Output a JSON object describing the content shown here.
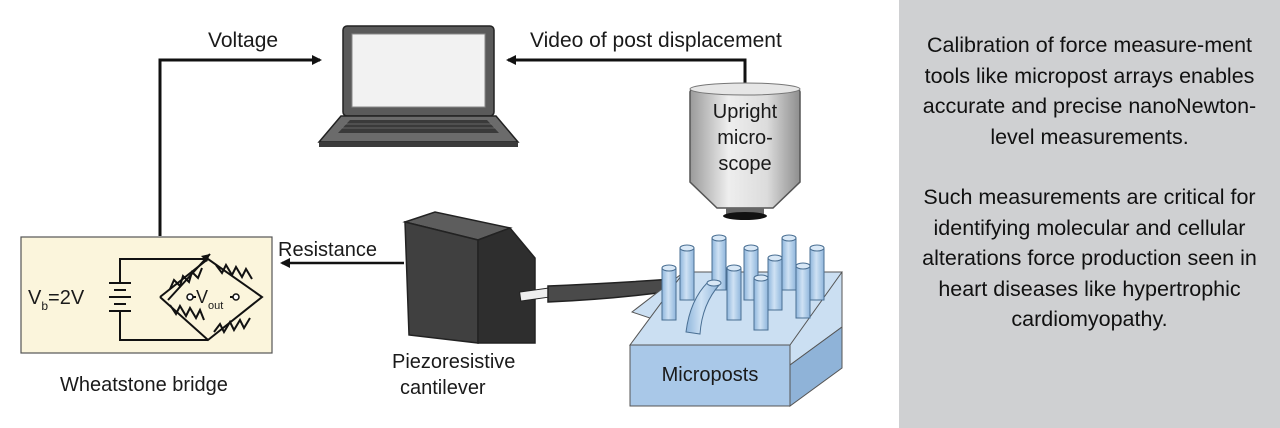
{
  "labels": {
    "voltage": "Voltage",
    "video": "Video of post displacement",
    "microscope": [
      "Upright",
      "micro-",
      "scope"
    ],
    "resistance": "Resistance",
    "vb_main": "V",
    "vb_sub": "b",
    "vb_rest": "=2V",
    "vout_main": "V",
    "vout_sub": "out",
    "wheatstone": "Wheatstone bridge",
    "cantilever": [
      "Piezoresistive",
      "cantilever"
    ],
    "microposts": "Microposts"
  },
  "panel": {
    "paragraph1": "Calibration of force measure-ment tools like micropost arrays enables accurate and precise nanoNewton-level measurements.",
    "paragraph2": "Such measurements are critical for identifying molecular and cellular alterations force production seen in heart diseases like hypertrophic cardiomyopathy."
  },
  "colors": {
    "bridge_fill": "#fbf5dc",
    "post_fill": "#b8d3ec",
    "base_front": "#a9c8e8",
    "cantilever_dark": "#3e3e3e",
    "panel_bg": "#cfd0d2"
  },
  "icons": [
    "laptop-icon",
    "microscope-icon",
    "battery-icon",
    "resistor-icon",
    "arrow-icon"
  ]
}
